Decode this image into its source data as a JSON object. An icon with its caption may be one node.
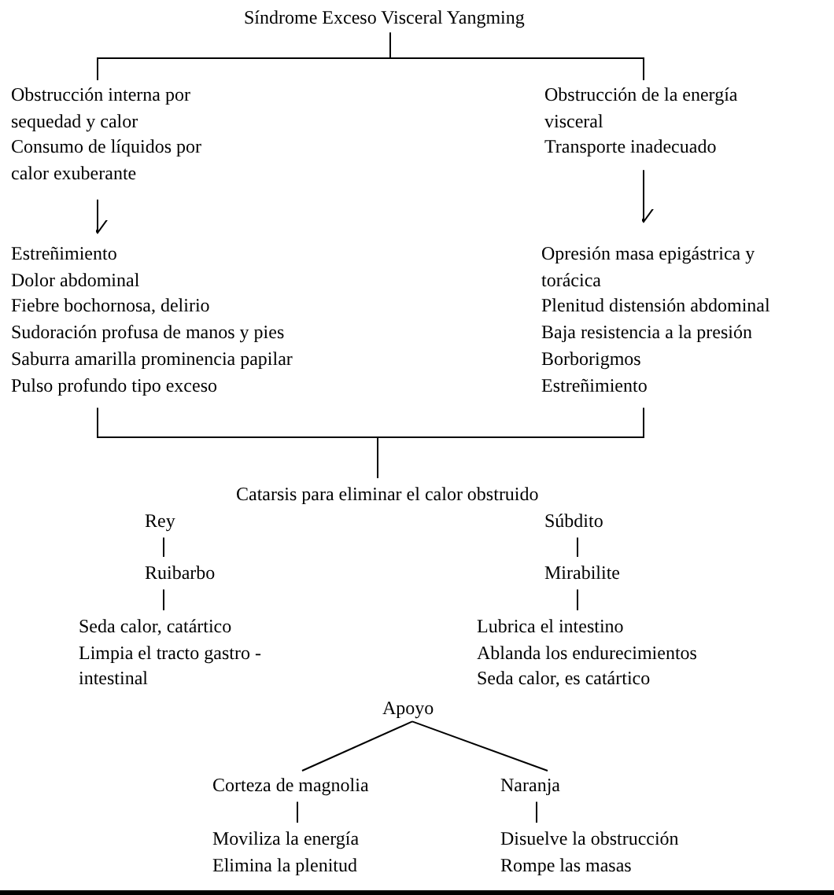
{
  "diagram": {
    "nodes": [
      {
        "text": [
          "Síndrome Exceso Visceral Yangming"
        ]
      },
      {
        "text": [
          "Obstrucción interna por sequedad y calor",
          "Consumo de líquidos por calor exuberante"
        ]
      },
      {
        "text": [
          "Obstrucción de la energía visceral",
          "Transporte inadecuado"
        ]
      },
      {
        "text": [
          "Estreñimiento",
          "Dolor abdominal",
          "Fiebre bochornosa, delirio",
          "Sudoración profusa de manos y pies",
          "Saburra amarilla prominencia papilar",
          "Pulso profundo tipo exceso"
        ]
      },
      {
        "text": [
          "Opresión masa epigástrica y torácica",
          "Plenitud distensión abdominal",
          "Baja resistencia a la presión",
          "Borborigmos",
          "Estreñimiento"
        ]
      },
      {
        "text": [
          "Catarsis para eliminar el calor obstruido"
        ]
      },
      {
        "text": [
          "Rey"
        ]
      },
      {
        "text": [
          "Ruibarbo"
        ]
      },
      {
        "text": [
          "Seda calor, catártico",
          "Limpia el tracto gastro - intestinal"
        ]
      },
      {
        "text": [
          "Súbdito"
        ]
      },
      {
        "text": [
          "Mirabilite"
        ]
      },
      {
        "text": [
          "Lubrica el intestino",
          "Ablanda los endurecimientos",
          "Seda calor, es catártico"
        ]
      },
      {
        "text": [
          "Apoyo"
        ]
      },
      {
        "text": [
          "Corteza de magnolia"
        ]
      },
      {
        "text": [
          "Naranja"
        ]
      },
      {
        "text": [
          "Moviliza la energía",
          "Elimina la plenitud"
        ]
      },
      {
        "text": [
          "Disuelve la obstrucción",
          "Rompe las masas"
        ]
      }
    ],
    "edges": [
      {
        "from": 0,
        "to": 1,
        "arrow": "none"
      },
      {
        "from": 0,
        "to": 2,
        "arrow": "none"
      },
      {
        "from": 1,
        "to": 3,
        "arrow": "to"
      },
      {
        "from": 2,
        "to": 4,
        "arrow": "to"
      },
      {
        "from": 3,
        "to": 5,
        "arrow": "none"
      },
      {
        "from": 4,
        "to": 5,
        "arrow": "none"
      },
      {
        "from": 6,
        "to": 7,
        "arrow": "none"
      },
      {
        "from": 7,
        "to": 8,
        "arrow": "none"
      },
      {
        "from": 9,
        "to": 10,
        "arrow": "none"
      },
      {
        "from": 10,
        "to": 11,
        "arrow": "none"
      },
      {
        "from": 12,
        "to": 13,
        "arrow": "none"
      },
      {
        "from": 12,
        "to": 14,
        "arrow": "none"
      },
      {
        "from": 13,
        "to": 15,
        "arrow": "none"
      },
      {
        "from": 14,
        "to": 16,
        "arrow": "none"
      }
    ]
  }
}
